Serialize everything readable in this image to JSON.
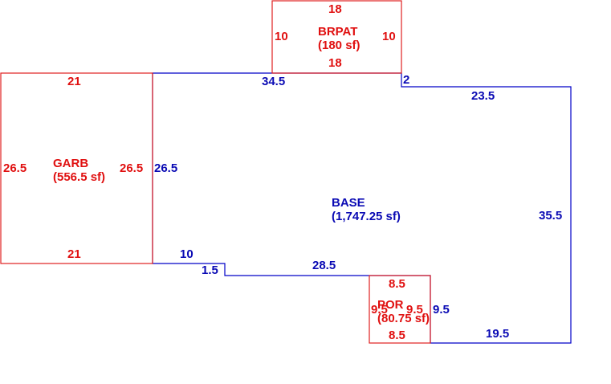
{
  "areas": {
    "base": {
      "name": "BASE",
      "area": "(1,747.25 sf)",
      "color": "#0a0ab4",
      "dims": {
        "top": "34.5",
        "step": "2",
        "top_right": "23.5",
        "right": "35.5",
        "bottom_right": "19.5",
        "notch_right": "9.5",
        "bottom_mid": "28.5",
        "step_small": "1.5",
        "bottom_left": "10",
        "left": "26.5"
      }
    },
    "garb": {
      "name": "GARB",
      "area": "(556.5 sf)",
      "color": "#e01010",
      "dims": {
        "top": "21",
        "bottom": "21",
        "left": "26.5",
        "right": "26.5"
      }
    },
    "brpat": {
      "name": "BRPAT",
      "area": "(180 sf)",
      "color": "#e01010",
      "dims": {
        "top": "18",
        "bottom": "18",
        "left": "10",
        "right": "10"
      }
    },
    "por": {
      "name": "POR",
      "area": "(80.75 sf)",
      "color": "#e01010",
      "dims": {
        "top": "8.5",
        "bottom": "8.5",
        "left": "9.5",
        "right": "9.5"
      }
    }
  }
}
